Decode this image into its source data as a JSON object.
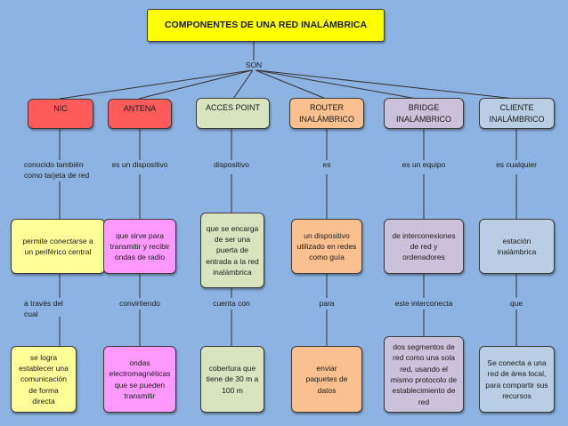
{
  "title": "COMPONENTES DE UNA RED INALÁMBRICA",
  "connector": "SON",
  "columns": [
    {
      "head": "NIC",
      "link1": "conocido también como tarjeta de red",
      "mid": "permite conectarse a un periférico central",
      "link2": "a través del cual",
      "bottom": "se logra establecer una comunicación de forma directa"
    },
    {
      "head": "ANTENA",
      "link1": "es un dispositivo",
      "mid": "que sirve para transmitir y recibir ondas de radio",
      "link2": "convirtiendo",
      "bottom": "ondas electromagnéticas que se pueden transmitir"
    },
    {
      "head": "ACCES POINT",
      "link1": "dispositivo",
      "mid": "que se encarga de ser una puerta de entrada a la red inalámbrica",
      "link2": "cuenta con",
      "bottom": "cobertura que tiene de 30 m a 100 m"
    },
    {
      "head": "ROUTER INALÁMBRICO",
      "link1": "es",
      "mid": "un dispositivo utilizado en redes como guía",
      "link2": "para",
      "bottom": "enviar paquetes de datos"
    },
    {
      "head": "BRIDGE INALÁMBRICO",
      "link1": "es un equipo",
      "mid": "de interconexiones de red y ordenadores",
      "link2": "este interconecta",
      "bottom": "dos segmentos de red como una sola red, usando el mismo protocolo de establecimiento de red"
    },
    {
      "head": "CLIENTE INALÁMBRICO",
      "link1": "es cualquier",
      "mid": "estación inalámbrica",
      "link2": "que",
      "bottom": "Se conecta a una red de área local, para compartir sus recursos"
    }
  ]
}
